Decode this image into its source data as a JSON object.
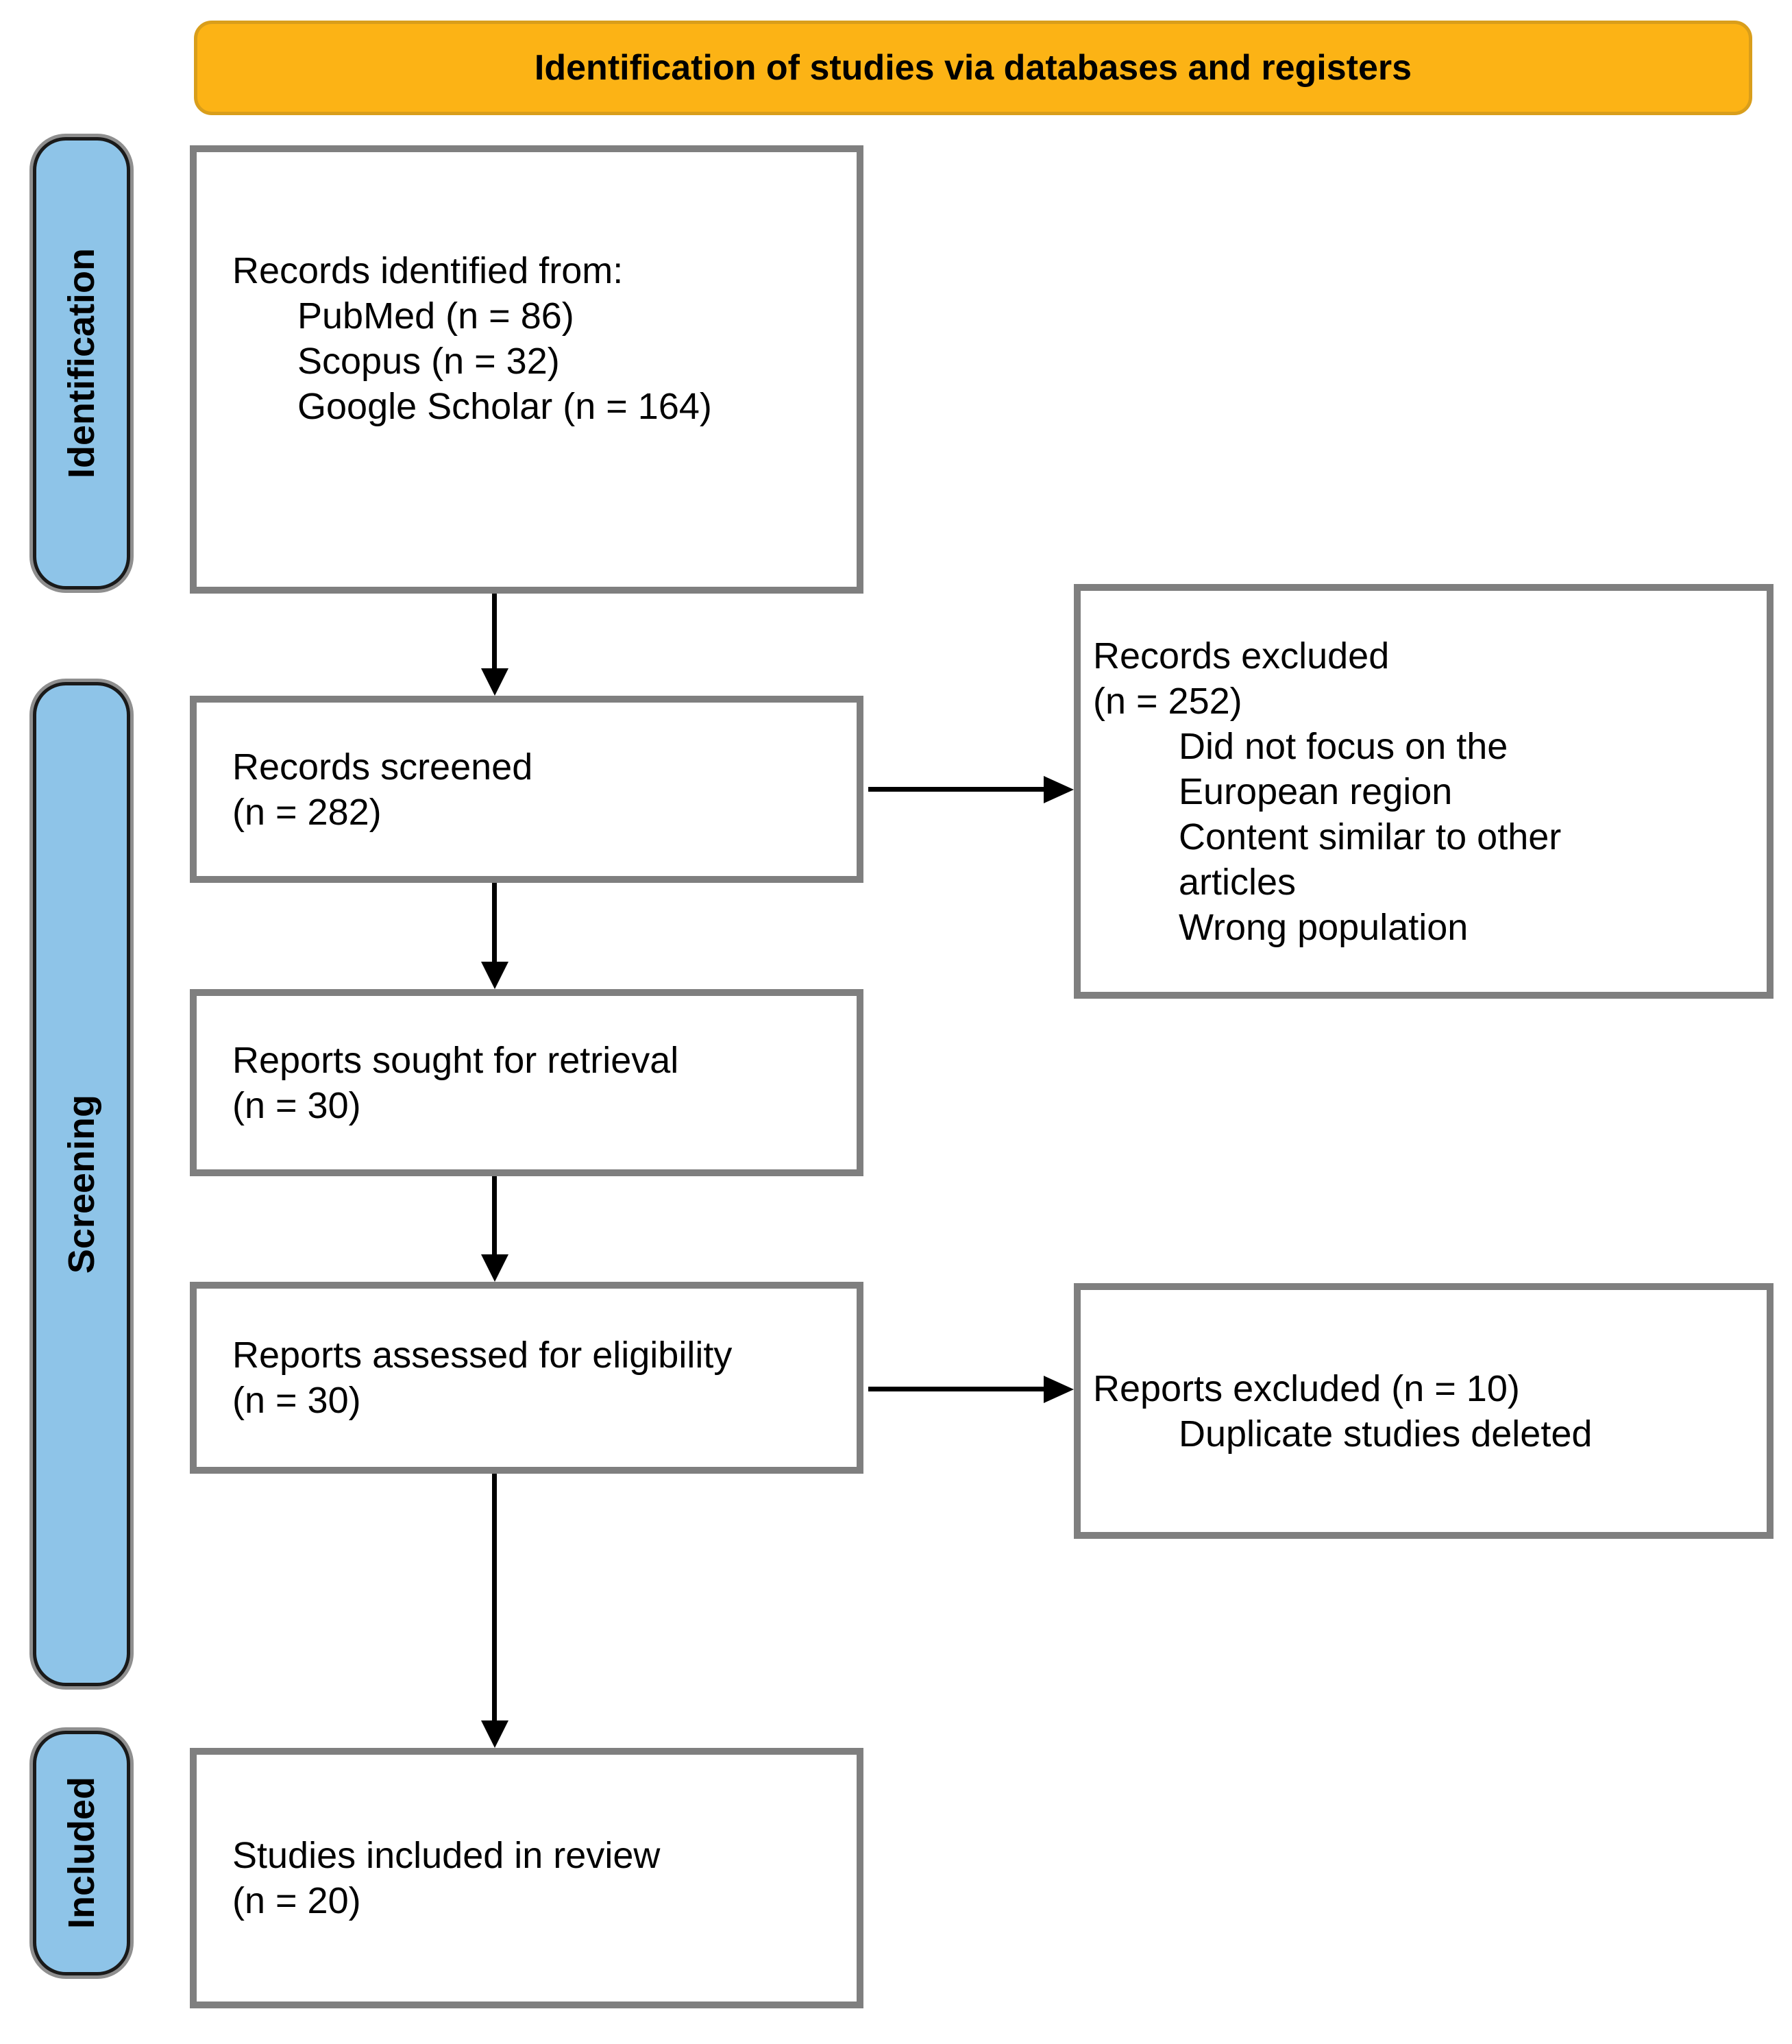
{
  "banner": {
    "title": "Identification of studies via databases and registers"
  },
  "stages": {
    "identification": "Identification",
    "screening": "Screening",
    "included": "Included"
  },
  "flow": {
    "records_identified": {
      "title": "Records identified from:",
      "sources": [
        "PubMed (n = 86)",
        "Scopus (n = 32)",
        "Google Scholar (n = 164)"
      ]
    },
    "records_screened": {
      "title": "Records screened",
      "count": "(n = 282)"
    },
    "reports_sought": {
      "title": "Reports sought for retrieval",
      "count": "(n = 30)"
    },
    "reports_assessed": {
      "title": "Reports assessed for eligibility",
      "count": "(n = 30)"
    },
    "studies_included": {
      "title": "Studies included in review",
      "count": "(n = 20)"
    }
  },
  "exclusions": {
    "records_excluded": {
      "title": "Records excluded",
      "count": "(n = 252)",
      "reasons": [
        "Did not focus on the European region",
        "Content similar to other articles",
        "Wrong population"
      ]
    },
    "reports_excluded": {
      "title": "Reports excluded (n = 10)",
      "reasons": [
        "Duplicate studies deleted"
      ]
    }
  },
  "colors": {
    "banner_fill": "#FCB315",
    "banner_border": "#D99E1B",
    "stage_fill": "#8EC4E8",
    "stage_border": "#1A1A1A",
    "box_border": "#7F7F7F",
    "arrow": "#000000",
    "text": "#000000"
  }
}
